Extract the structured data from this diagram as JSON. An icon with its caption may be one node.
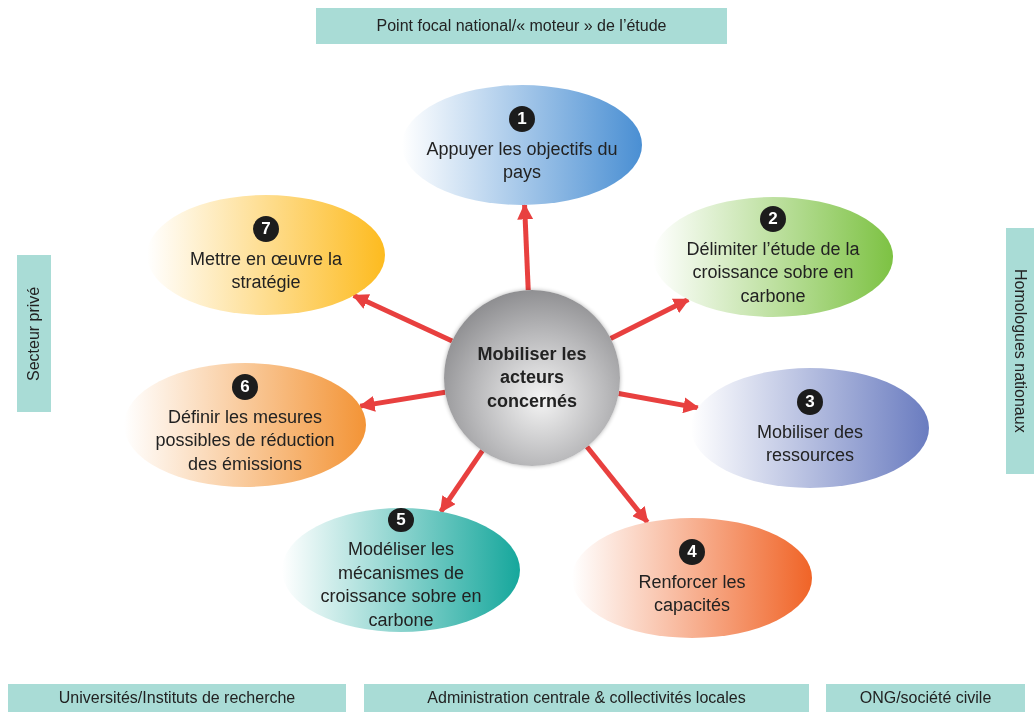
{
  "diagram": {
    "nodes": [
      {
        "text": [
          "Mobiliser les acteurs concernés"
        ]
      },
      {
        "text": [
          "1",
          "Appuyer les objectifs du pays"
        ]
      },
      {
        "text": [
          "2",
          "Délimiter l’étude de la croissance sobre en carbone"
        ]
      },
      {
        "text": [
          "3",
          "Mobiliser des ressources"
        ]
      },
      {
        "text": [
          "4",
          "Renforcer les capacités"
        ]
      },
      {
        "text": [
          "5",
          "Modéliser les mécanismes de croissance sobre en carbone"
        ]
      },
      {
        "text": [
          "6",
          "Définir les mesures possibles de réduction des émissions"
        ]
      },
      {
        "text": [
          "7",
          "Mettre en œuvre la stratégie"
        ]
      },
      {
        "text": [
          "Point focal national/« moteur » de l’étude"
        ]
      },
      {
        "text": [
          "Secteur privé"
        ]
      },
      {
        "text": [
          "Homologues nationaux"
        ]
      },
      {
        "text": [
          "Universités/Instituts de recherche"
        ]
      },
      {
        "text": [
          "Administration centrale & collectivités locales"
        ]
      },
      {
        "text": [
          "ONG/société civile"
        ]
      }
    ],
    "edges": [
      {
        "from": 0,
        "to": 1,
        "arrow": "to"
      },
      {
        "from": 0,
        "to": 2,
        "arrow": "to"
      },
      {
        "from": 0,
        "to": 3,
        "arrow": "to"
      },
      {
        "from": 0,
        "to": 4,
        "arrow": "to"
      },
      {
        "from": 0,
        "to": 5,
        "arrow": "to"
      },
      {
        "from": 0,
        "to": 6,
        "arrow": "to"
      },
      {
        "from": 0,
        "to": 7,
        "arrow": "to"
      }
    ]
  }
}
